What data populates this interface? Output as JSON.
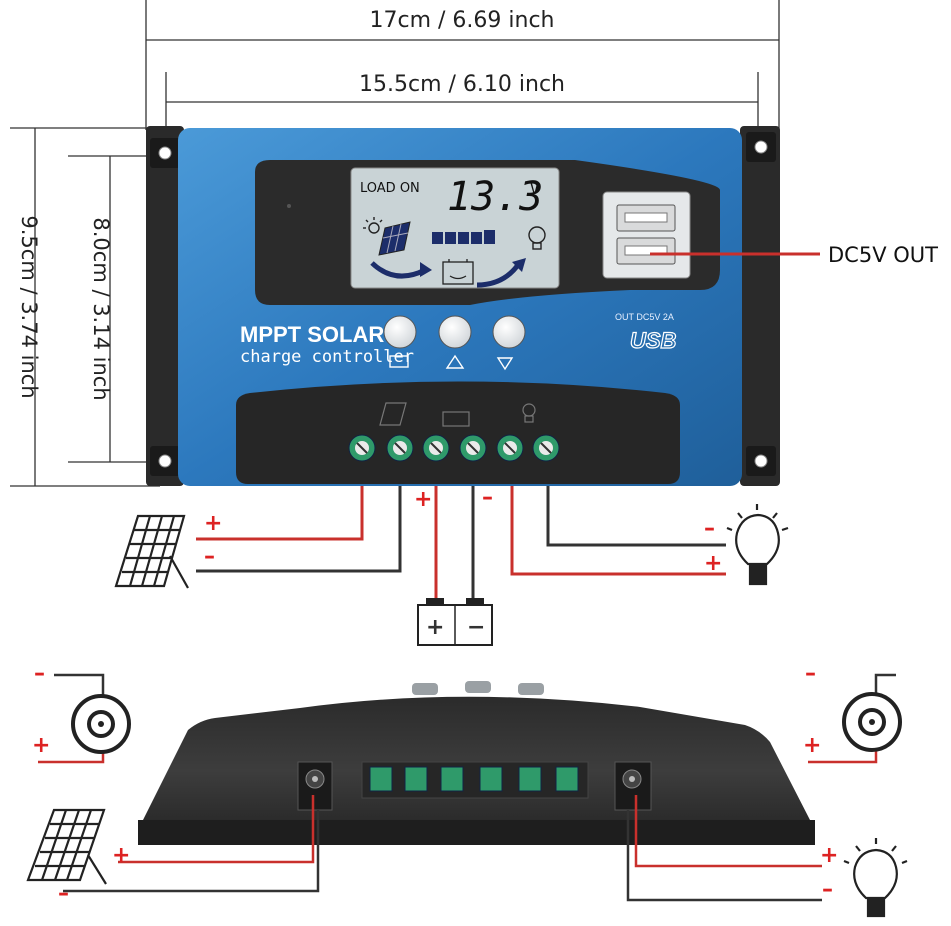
{
  "dimensions": {
    "outer_width": "17cm / 6.69 inch",
    "inner_width": "15.5cm / 6.10 inch",
    "outer_height": "9.5cm / 3.74 inch",
    "inner_height": "8.0cm / 3.14 inch"
  },
  "lcd": {
    "status": "LOAD ON",
    "voltage": "13.3",
    "unit": "V"
  },
  "brand": {
    "line1": "MPPT SOLAR",
    "line2": "charge controller"
  },
  "usb": {
    "spec": "OUT DC5V 2A",
    "logo": "USB",
    "callout": "DC5V OUT"
  },
  "polarity": {
    "plus": "+",
    "minus": "−",
    "minus_dash": "–"
  },
  "colors": {
    "body_blue": "#2f7fc7",
    "housing_dark": "#2a2a2a",
    "lcd_bg": "#c9d3d6",
    "terminal_green": "#2f9a6a",
    "wire_red": "#c9302c",
    "wire_dark": "#333333"
  },
  "icons": [
    "solar-panel-icon",
    "battery-icon",
    "light-bulb-icon",
    "dc-jack-icon"
  ]
}
